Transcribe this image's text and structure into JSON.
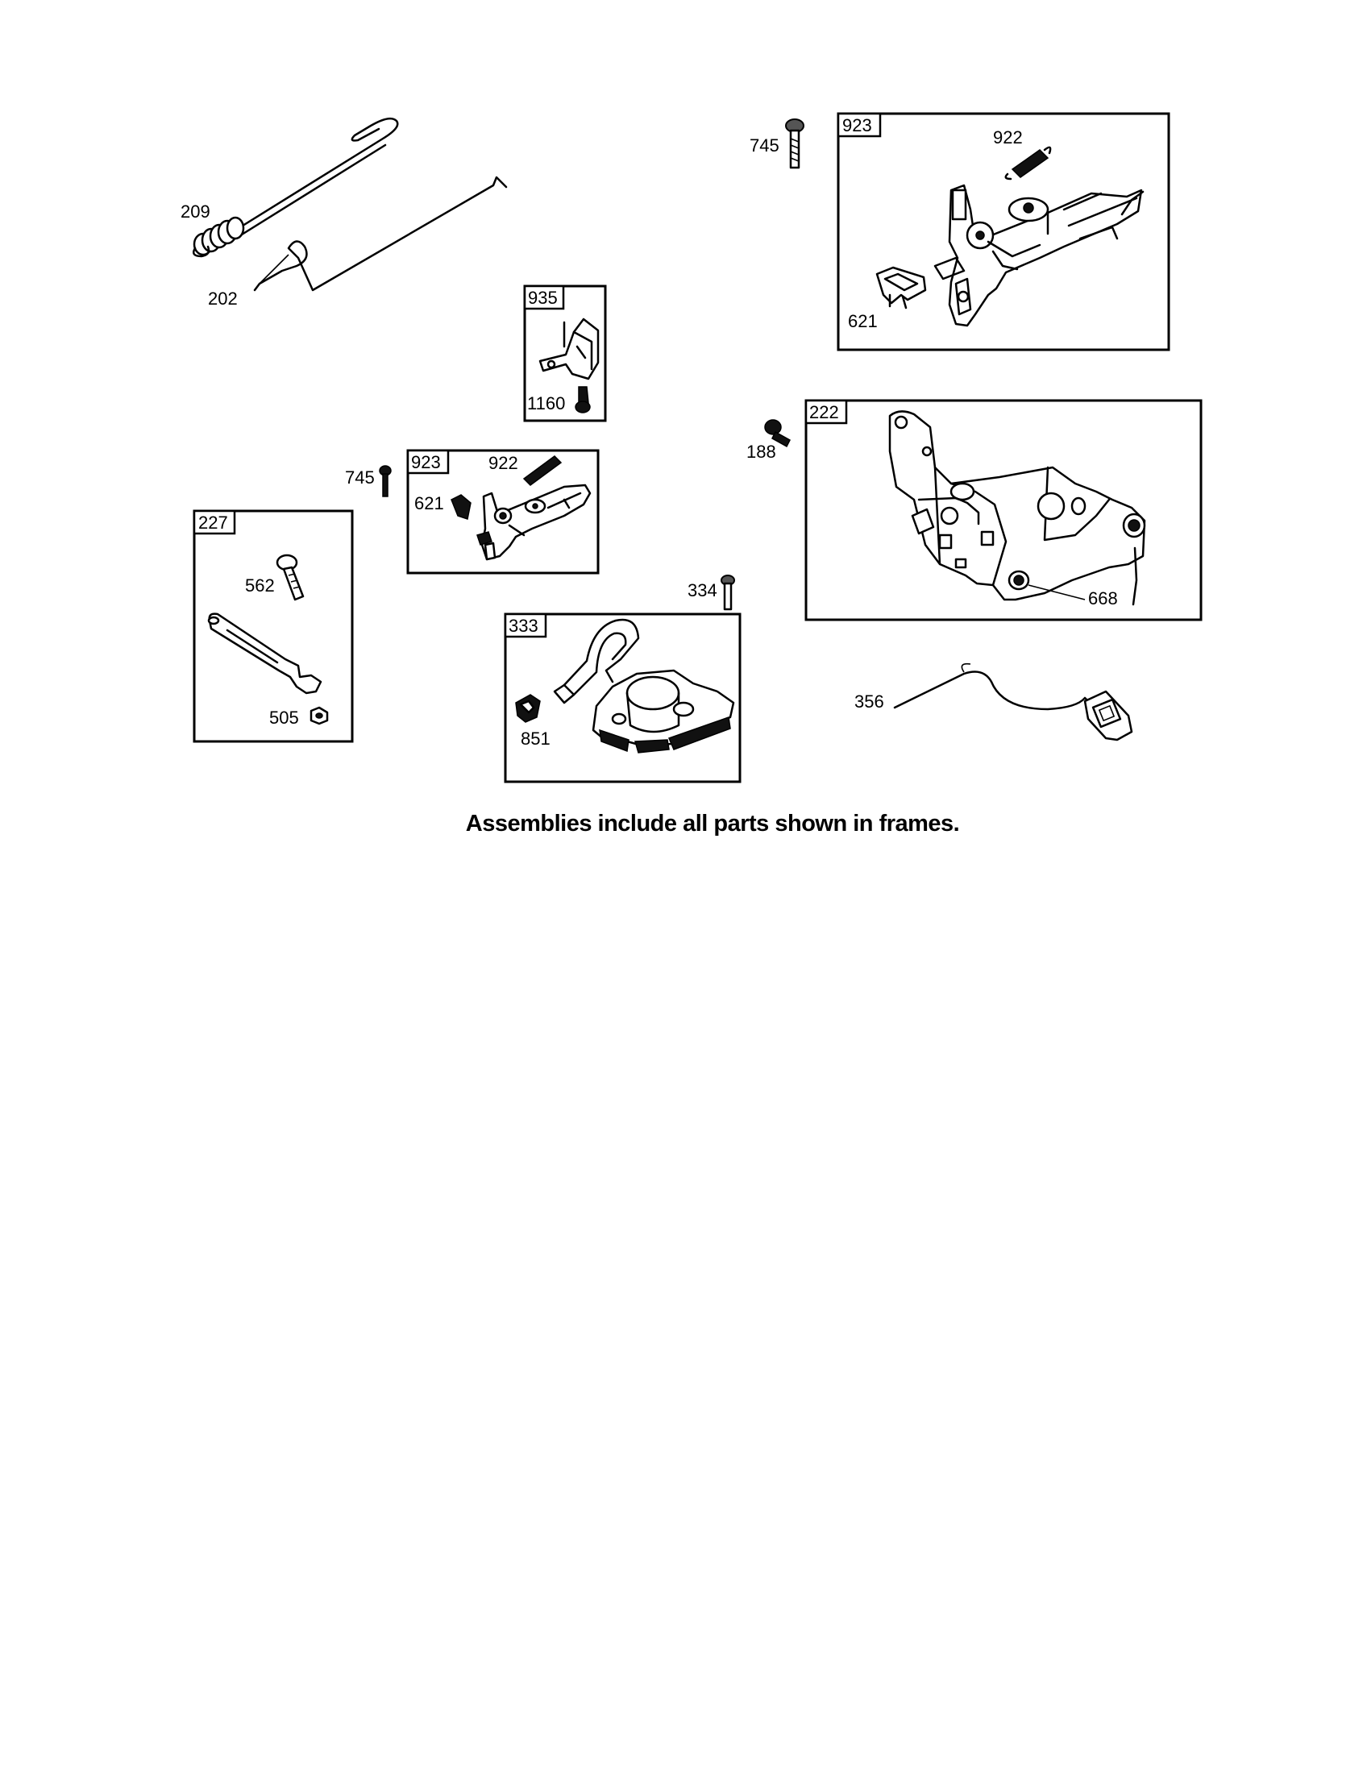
{
  "caption": "Assemblies include all parts shown in frames.",
  "frames": {
    "f923_top": "923",
    "f935": "935",
    "f222": "222",
    "f923_mid": "923",
    "f227": "227",
    "f333": "333"
  },
  "parts": {
    "p209": "209",
    "p202": "202",
    "p745_top": "745",
    "p922_top": "922",
    "p621_top": "621",
    "p1160": "1160",
    "p188": "188",
    "p745_mid": "745",
    "p922_mid": "922",
    "p621_mid": "621",
    "p562": "562",
    "p505": "505",
    "p334": "334",
    "p851": "851",
    "p668": "668",
    "p356": "356"
  }
}
